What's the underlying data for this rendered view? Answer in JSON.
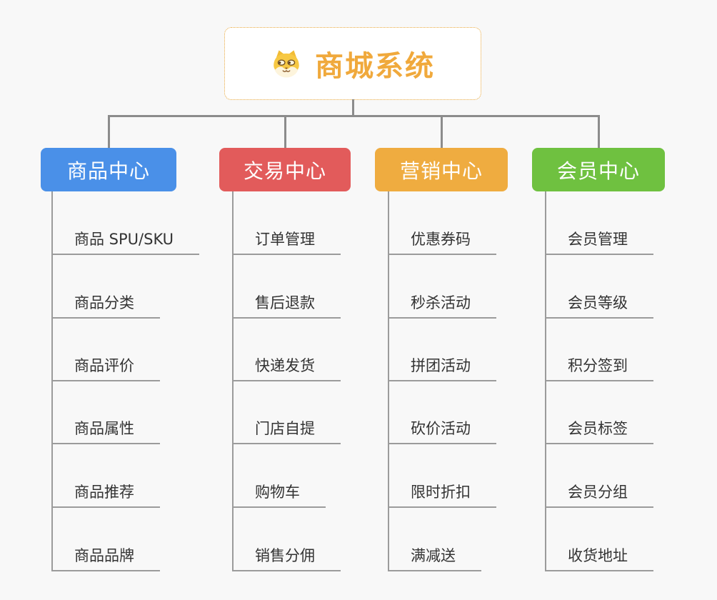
{
  "root": {
    "title": "商城系统",
    "icon": "dog-face-icon",
    "text_color": "#F0A93C",
    "border_color": "#E9A83C"
  },
  "colors": {
    "background": "#F8F8F8",
    "connector": "#8C8C8C",
    "underline": "#9B9B9B",
    "child_text": "#333333"
  },
  "branches": [
    {
      "label": "商品中心",
      "color": "#4A90E8",
      "children": [
        "商品 SPU/SKU",
        "商品分类",
        "商品评价",
        "商品属性",
        "商品推荐",
        "商品品牌"
      ]
    },
    {
      "label": "交易中心",
      "color": "#E25B5B",
      "children": [
        "订单管理",
        "售后退款",
        "快递发货",
        "门店自提",
        "购物车",
        "销售分佣"
      ]
    },
    {
      "label": "营销中心",
      "color": "#EFAC40",
      "children": [
        "优惠券码",
        "秒杀活动",
        "拼团活动",
        "砍价活动",
        "限时折扣",
        "满减送"
      ]
    },
    {
      "label": "会员中心",
      "color": "#6FC140",
      "children": [
        "会员管理",
        "会员等级",
        "积分签到",
        "会员标签",
        "会员分组",
        "收货地址"
      ]
    }
  ]
}
